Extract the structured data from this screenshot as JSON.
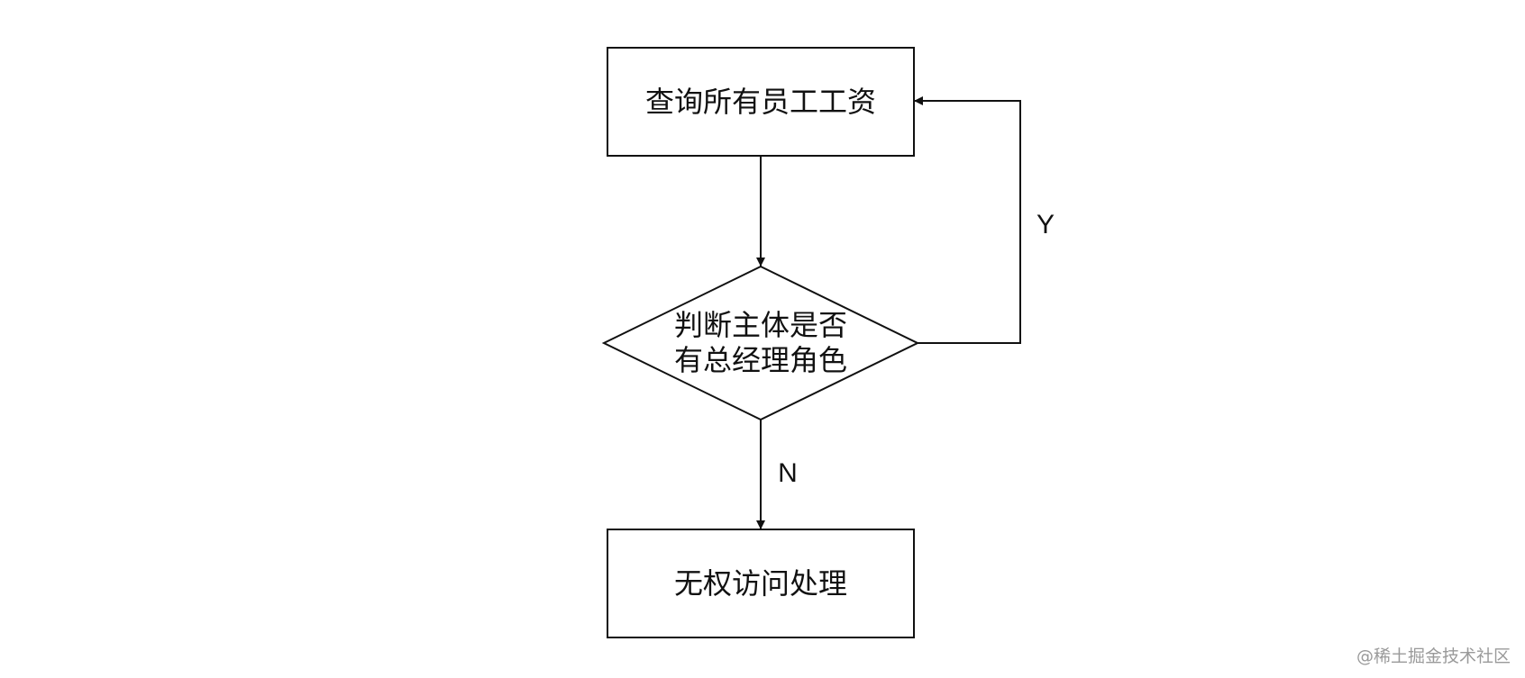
{
  "nodes": {
    "query": "查询所有员工工资",
    "decision_line1": "判断主体是否",
    "decision_line2": "有总经理角色",
    "deny": "无权访问处理"
  },
  "edges": {
    "yes_label": "Y",
    "no_label": "N"
  },
  "watermark": "@稀土掘金技术社区",
  "colors": {
    "stroke": "#111111",
    "background": "#ffffff"
  }
}
